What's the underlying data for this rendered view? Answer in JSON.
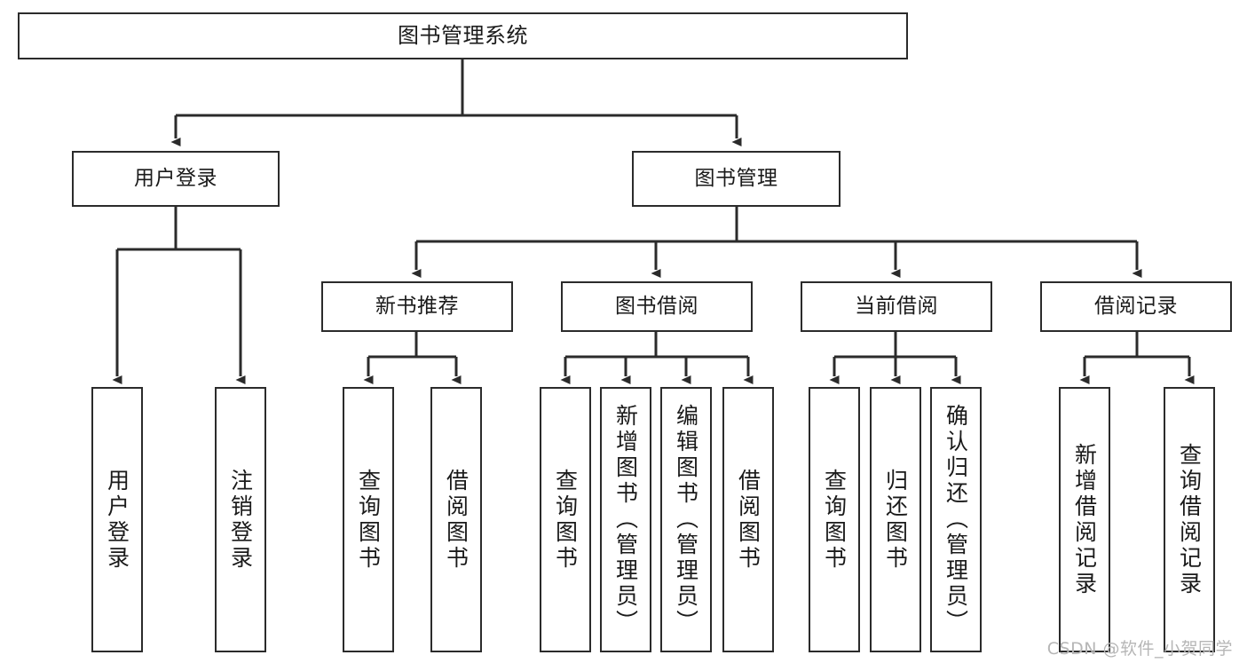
{
  "diagram": {
    "title": "图书管理系统",
    "type": "tree-hierarchy-diagram",
    "colors": {
      "box_border": "#2b2b2b",
      "box_fill": "#ffffff",
      "connector": "#2b2b2b",
      "text": "#1a1a1a",
      "watermark": "#b6b6b6",
      "background": "#ffffff"
    },
    "root": {
      "label": "图书管理系统"
    },
    "level2": [
      {
        "label": "用户登录"
      },
      {
        "label": "图书管理"
      }
    ],
    "level3": [
      {
        "label": "新书推荐"
      },
      {
        "label": "图书借阅"
      },
      {
        "label": "当前借阅"
      },
      {
        "label": "借阅记录"
      }
    ],
    "leaves": {
      "user_login": [
        {
          "label": "用户登录"
        },
        {
          "label": "注销登录"
        }
      ],
      "new_book_recommend": [
        {
          "label": "查询图书"
        },
        {
          "label": "借阅图书"
        }
      ],
      "book_borrow": [
        {
          "label": "查询图书"
        },
        {
          "label": "新增图书（管理员）"
        },
        {
          "label": "编辑图书（管理员）"
        },
        {
          "label": "借阅图书"
        }
      ],
      "current_borrow": [
        {
          "label": "查询图书"
        },
        {
          "label": "归还图书"
        },
        {
          "label": "确认归还（管理员）"
        }
      ],
      "borrow_record": [
        {
          "label": "新增借阅记录"
        },
        {
          "label": "查询借阅记录"
        }
      ]
    }
  },
  "watermark": {
    "text": "CSDN @软件_小贺同学"
  }
}
